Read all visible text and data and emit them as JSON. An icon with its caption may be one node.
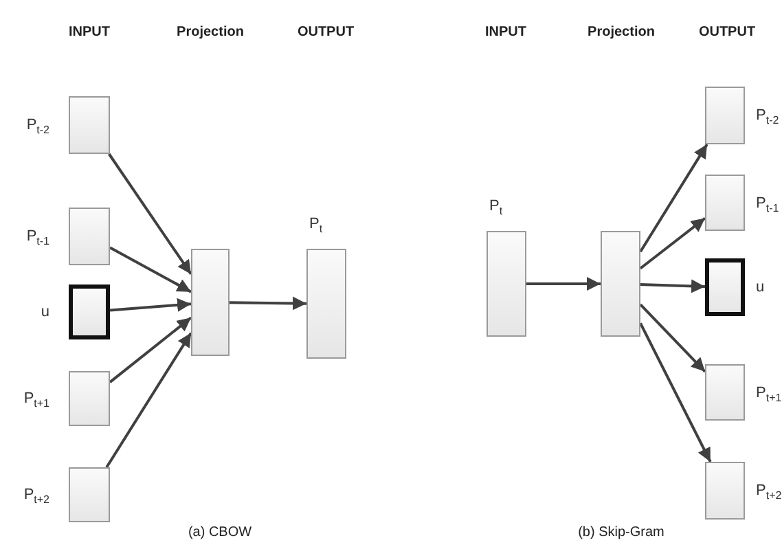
{
  "diagram": {
    "nodes": [
      {
        "text": [
          "P$_{t-2}$"
        ]
      },
      {
        "text": [
          "P$_{t-1}$"
        ]
      },
      {
        "text": [
          "u"
        ]
      },
      {
        "text": [
          "P$_{t+1}$"
        ]
      },
      {
        "text": [
          "P$_{t+2}$"
        ]
      },
      {
        "text": [],
        "shape": "box"
      },
      {
        "text": [
          "P$_{t}$"
        ]
      },
      {
        "text": [
          "P$_{t}$"
        ]
      },
      {
        "text": [],
        "shape": "box"
      },
      {
        "text": [
          "P$_{t-2}$"
        ]
      },
      {
        "text": [
          "P$_{t-1}$"
        ]
      },
      {
        "text": [
          "u"
        ]
      },
      {
        "text": [
          "P$_{t+1}$"
        ]
      },
      {
        "text": [
          "P$_{t+2}$"
        ]
      }
    ],
    "edges": [
      {
        "from": 0,
        "to": 5,
        "arrow": "to"
      },
      {
        "from": 1,
        "to": 5,
        "arrow": "to"
      },
      {
        "from": 2,
        "to": 5,
        "arrow": "to"
      },
      {
        "from": 3,
        "to": 5,
        "arrow": "to"
      },
      {
        "from": 4,
        "to": 5,
        "arrow": "to"
      },
      {
        "from": 5,
        "to": 6,
        "arrow": "to"
      },
      {
        "from": 7,
        "to": 8,
        "arrow": "to"
      },
      {
        "from": 8,
        "to": 9,
        "arrow": "to"
      },
      {
        "from": 8,
        "to": 10,
        "arrow": "to"
      },
      {
        "from": 8,
        "to": 11,
        "arrow": "to"
      },
      {
        "from": 8,
        "to": 12,
        "arrow": "to"
      },
      {
        "from": 8,
        "to": 13,
        "arrow": "to"
      }
    ],
    "labels": [
      "INPUT",
      "Projection",
      "OUTPUT",
      "INPUT",
      "Projection",
      "OUTPUT",
      "(a) CBOW",
      "(b) Skip-Gram"
    ]
  }
}
